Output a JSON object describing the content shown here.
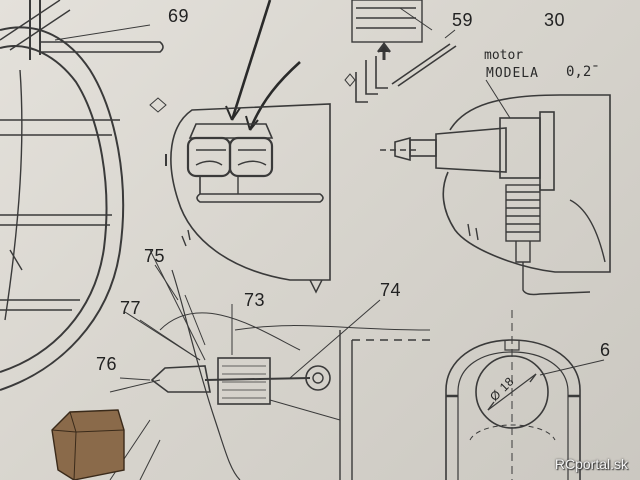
{
  "callouts": {
    "c69": "69",
    "c59": "59",
    "c30": "30",
    "c75": "75",
    "c77": "77",
    "c73": "73",
    "c74": "74",
    "c76": "76",
    "c6": "6"
  },
  "motor": {
    "line1": "motor",
    "line2": "MODELA",
    "spec": "0,2̄̄"
  },
  "dimension": {
    "diameter": "Ø 18"
  },
  "watermark": "RCportal.sk"
}
